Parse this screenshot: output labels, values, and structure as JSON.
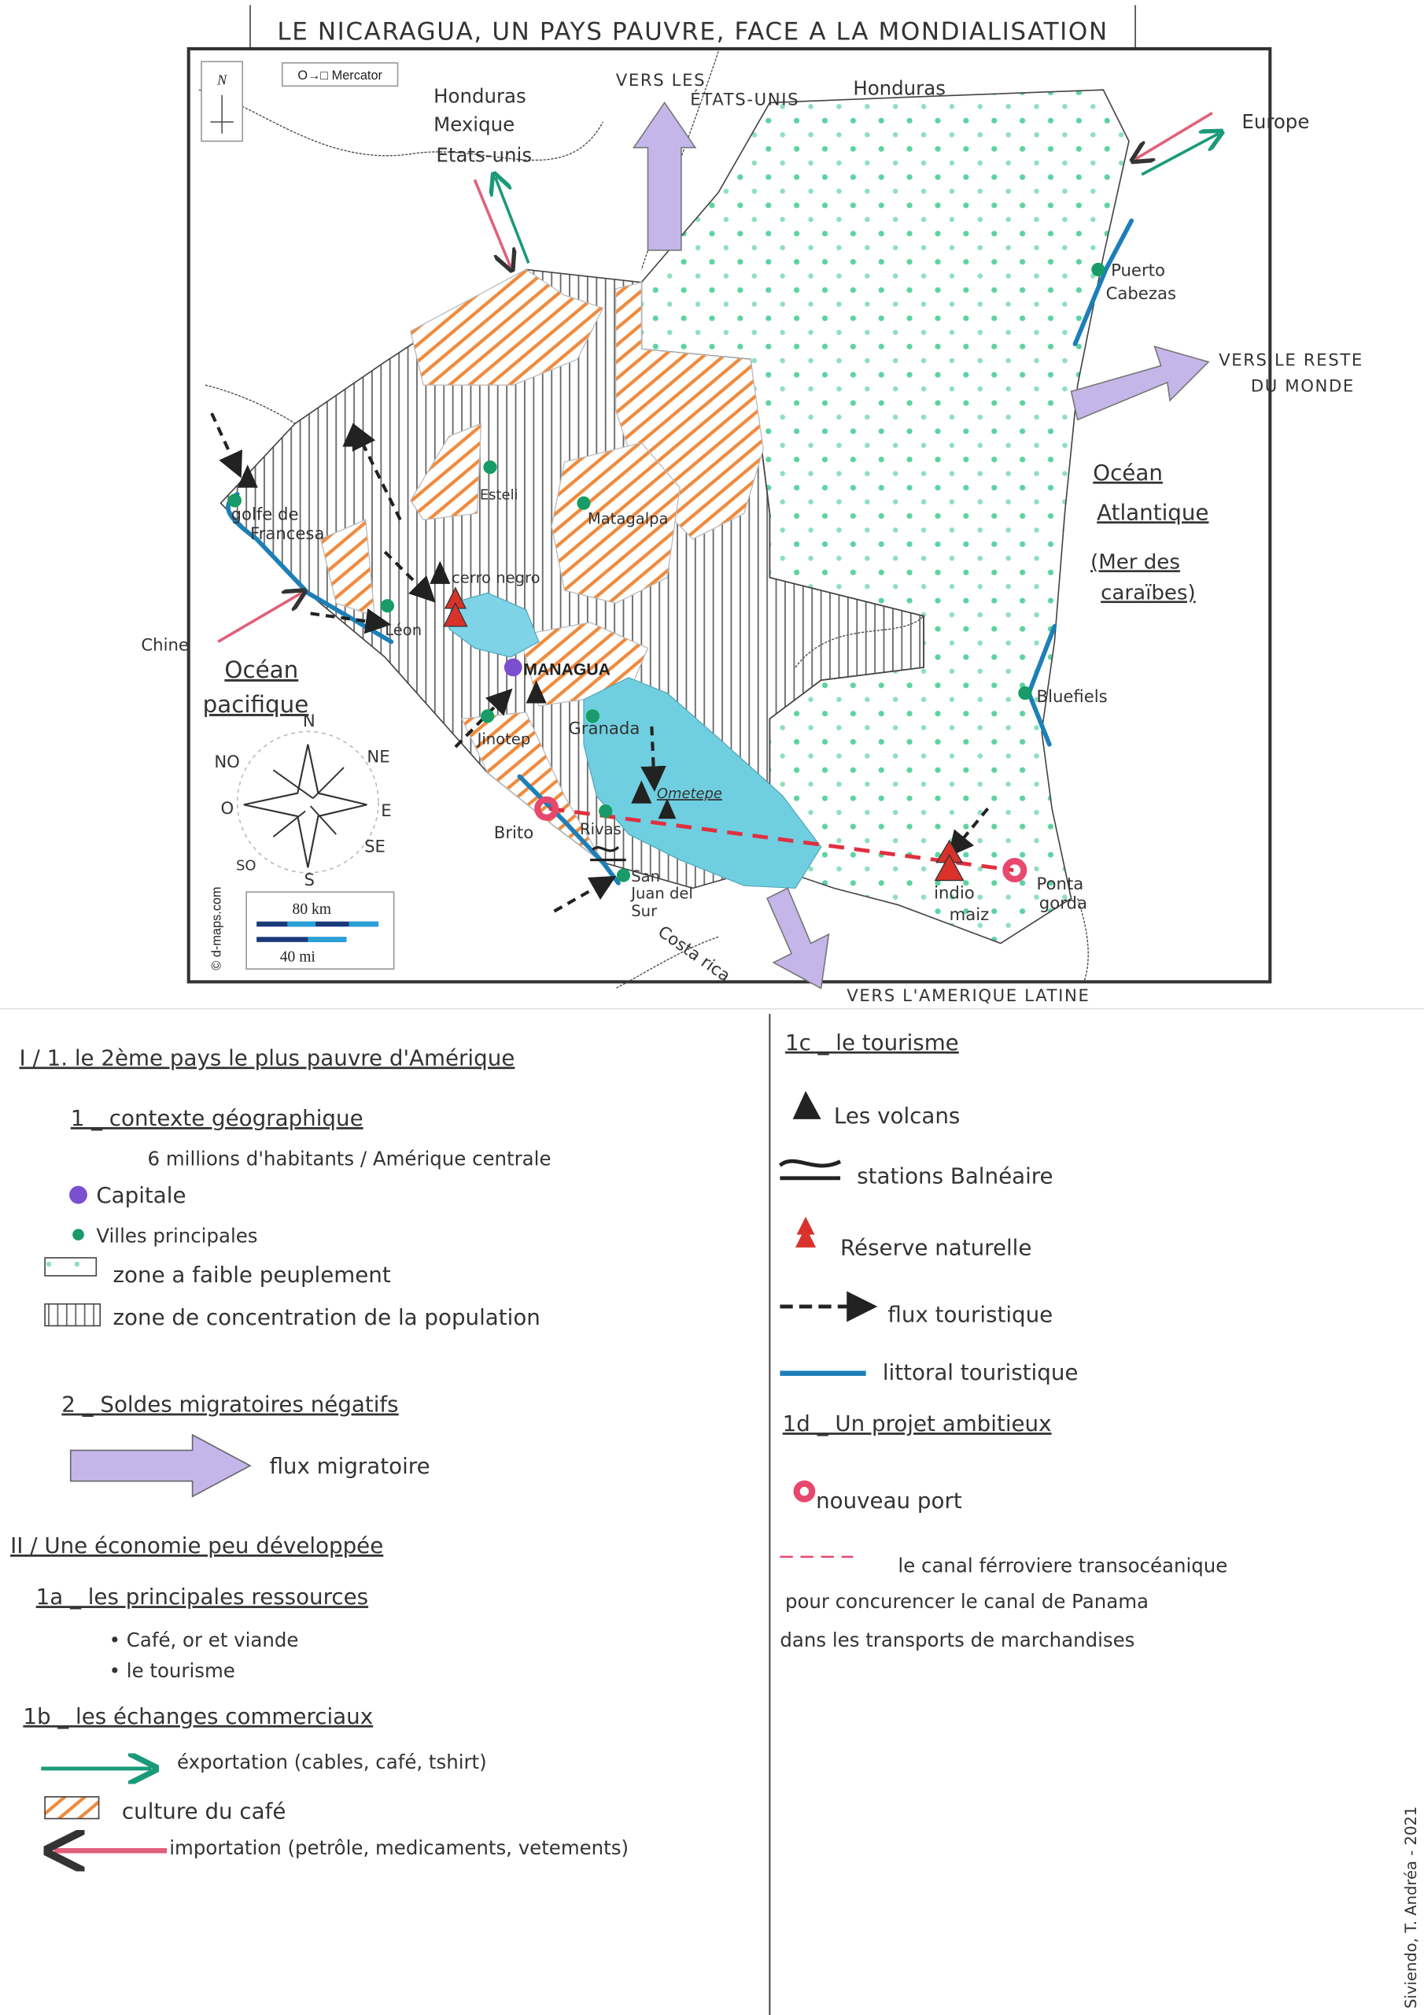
{
  "title": "LE NICARAGUA, UN PAYS PAUVRE, FACE A LA MONDIALISATION",
  "colors": {
    "coffee": "#f08a3c",
    "lowDensity": "#3cc48a",
    "lake": "#6fcfe0",
    "littoral": "#1d7fb8",
    "migration": "#b9a8e0",
    "export": "#1a9a7a",
    "import": "#e0607a",
    "capital": "#7a4fd0",
    "city": "#1a9a6a",
    "port": "#e8476e",
    "canal": "#e03040",
    "volcano": "#222222",
    "reserve": "#d8322a"
  },
  "map": {
    "projection": "O→□ Mercator",
    "north": "N",
    "credit": "© d-maps.com",
    "scale": {
      "km": "80 km",
      "mi": "40 mi"
    },
    "compass": {
      "N": "N",
      "NO": "NO",
      "NE": "NE",
      "O": "O",
      "E": "E",
      "SO": "SO",
      "SE": "SE",
      "S": "S"
    },
    "labels": {
      "honduras_nw": [
        "Honduras",
        "Mexique",
        "Etats-unis"
      ],
      "vers_usa": [
        "VERS LES",
        "ÉTATS-UNIS"
      ],
      "honduras_n": "Honduras",
      "europe": "Europe",
      "puerto_cabezas": [
        "Puerto",
        "Cabezas"
      ],
      "vers_monde": [
        "VERS LE RESTE",
        "DU MONDE"
      ],
      "ocean_atl": [
        "Océan",
        "Atlantique",
        "(Mer des",
        "caraïbes)"
      ],
      "bluefields": "Bluefiels",
      "punta_gorda": [
        "Ponta",
        "gorda"
      ],
      "indio_maiz": [
        "indio",
        "maiz"
      ],
      "costa_rica": "Costa rica",
      "vers_latam": "VERS L'AMERIQUE LATINE",
      "san_juan": [
        "San",
        "Juan del",
        "Sur"
      ],
      "rivas": "Rivas",
      "brito": "Brito",
      "ometepe": "Ometepe",
      "granada": "Granada",
      "jinotepe": "Jinotep",
      "managua": "MANAGUA",
      "cerro_negro": "cerro negro",
      "leon": "Léon",
      "golfe": [
        "golfe de",
        "Francesa"
      ],
      "esteli": "Esteli",
      "matagalpa": "Matagalpa",
      "chine": "Chine",
      "ocean_pac": [
        "Océan",
        "pacifique"
      ]
    }
  },
  "legend_left": {
    "part1_title": "I / 1. le 2ème pays le plus pauvre d'Amérique",
    "s1_title": "1 _ contexte géographique",
    "s1_note": "6 millions d'habitants / Amérique centrale",
    "capitale": "Capitale",
    "villes": "Villes principales",
    "faible": "zone a faible peuplement",
    "concentration": "zone de concentration de la population",
    "s2_title": "2 _ Soldes migratoires négatifs",
    "migration": "flux migratoire",
    "part2_title": "II / Une économie peu développée",
    "s1a_title": "1a _ les principales ressources",
    "res1": "• Café, or et viande",
    "res2": "• le tourisme",
    "s1b_title": "1b _ les échanges commerciaux",
    "export": "éxportation (cables, café, tshirt)",
    "coffee": "culture du café",
    "import": "importation (petrôle, medicaments, vetements)"
  },
  "legend_right": {
    "s1c_title": "1c _ le tourisme",
    "volcans": "Les volcans",
    "stations": "stations Balnéaire",
    "reserve": "Réserve naturelle",
    "flux": "flux touristique",
    "littoral": "littoral touristique",
    "s1d_title": "1d _ Un projet ambitieux",
    "port": "nouveau port",
    "canal": [
      "le canal férroviere transocéanique",
      "pour concurencer le canal de Panama",
      "dans les transports de marchandises"
    ]
  },
  "signature": "Siviendo, T. Andréa - 2021"
}
